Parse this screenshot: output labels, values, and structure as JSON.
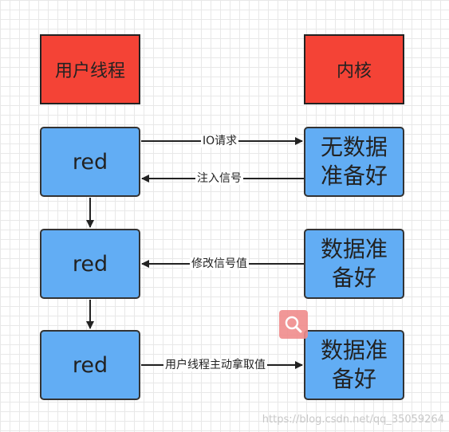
{
  "nodes": {
    "user_thread": "用户线程",
    "kernel": "内核",
    "red1": "red",
    "red2": "red",
    "red3": "red",
    "kernel_state1": "无数据\n准备好",
    "kernel_state2": "数据准\n备好",
    "kernel_state3": "数据准\n备好"
  },
  "edges": {
    "io_request": "IO请求",
    "register_signal": "注入信号",
    "modify_signal": "修改信号值",
    "user_fetch": "用户线程主动拿取值"
  },
  "watermark": "https://blog.csdn.net/qq_35059264",
  "colors": {
    "red": "#f44336",
    "blue": "#62adf4"
  },
  "icons": {
    "search": "search-icon"
  }
}
